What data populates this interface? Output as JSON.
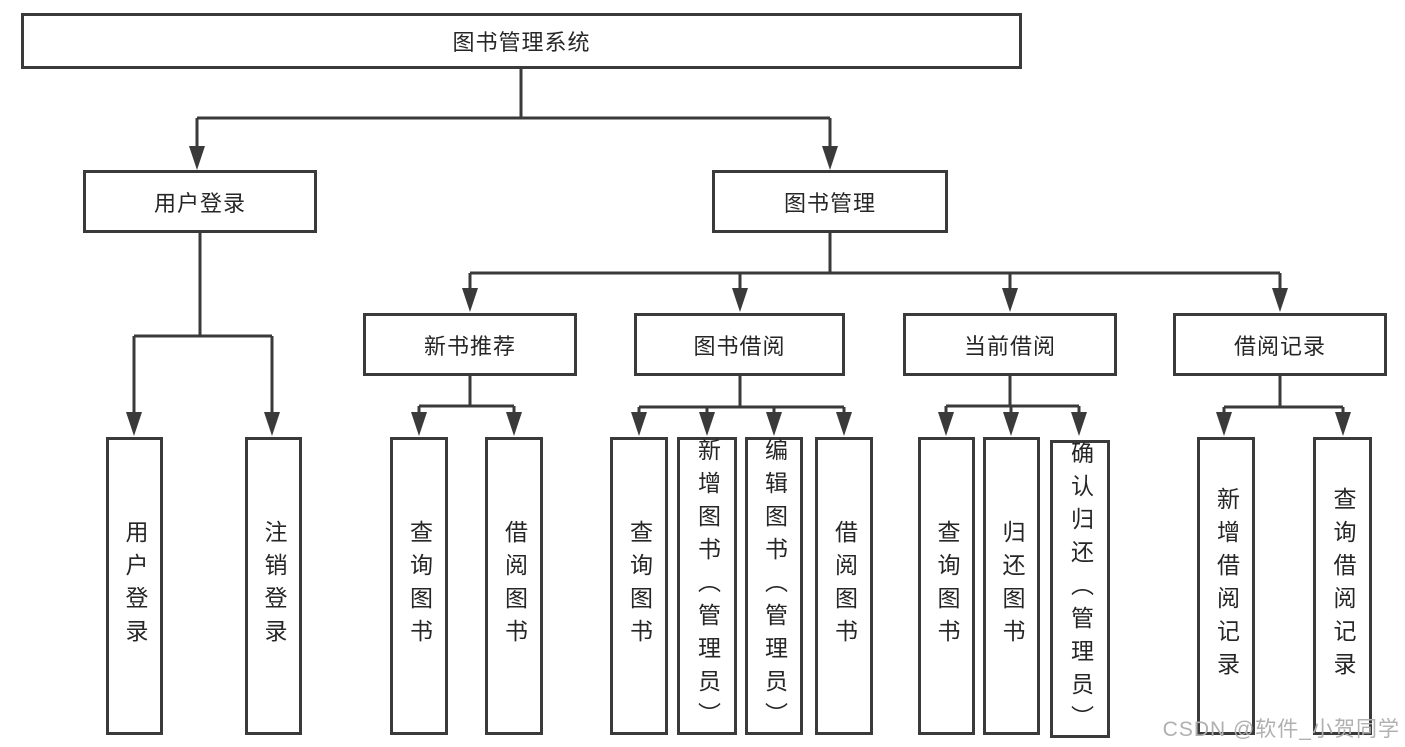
{
  "tree": {
    "label": "图书管理系统",
    "children": [
      {
        "label": "用户登录",
        "children": [
          {
            "label": "用户登录"
          },
          {
            "label": "注销登录"
          }
        ]
      },
      {
        "label": "图书管理",
        "children": [
          {
            "label": "新书推荐",
            "children": [
              {
                "label": "查询图书"
              },
              {
                "label": "借阅图书"
              }
            ]
          },
          {
            "label": "图书借阅",
            "children": [
              {
                "label": "查询图书"
              },
              {
                "label": "新增图书（管理员）"
              },
              {
                "label": "编辑图书（管理员）"
              },
              {
                "label": "借阅图书"
              }
            ]
          },
          {
            "label": "当前借阅",
            "children": [
              {
                "label": "查询图书"
              },
              {
                "label": "归还图书"
              },
              {
                "label": "确认归还（管理员）"
              }
            ]
          },
          {
            "label": "借阅记录",
            "children": [
              {
                "label": "新增借阅记录"
              },
              {
                "label": "查询借阅记录"
              }
            ]
          }
        ]
      }
    ]
  },
  "watermark": {
    "text": "CSDN @软件_小贺同学"
  },
  "colors": {
    "line": "#3a3a3a",
    "text": "#262626",
    "background": "#ffffff",
    "watermark_color": "#b0b0b0"
  }
}
